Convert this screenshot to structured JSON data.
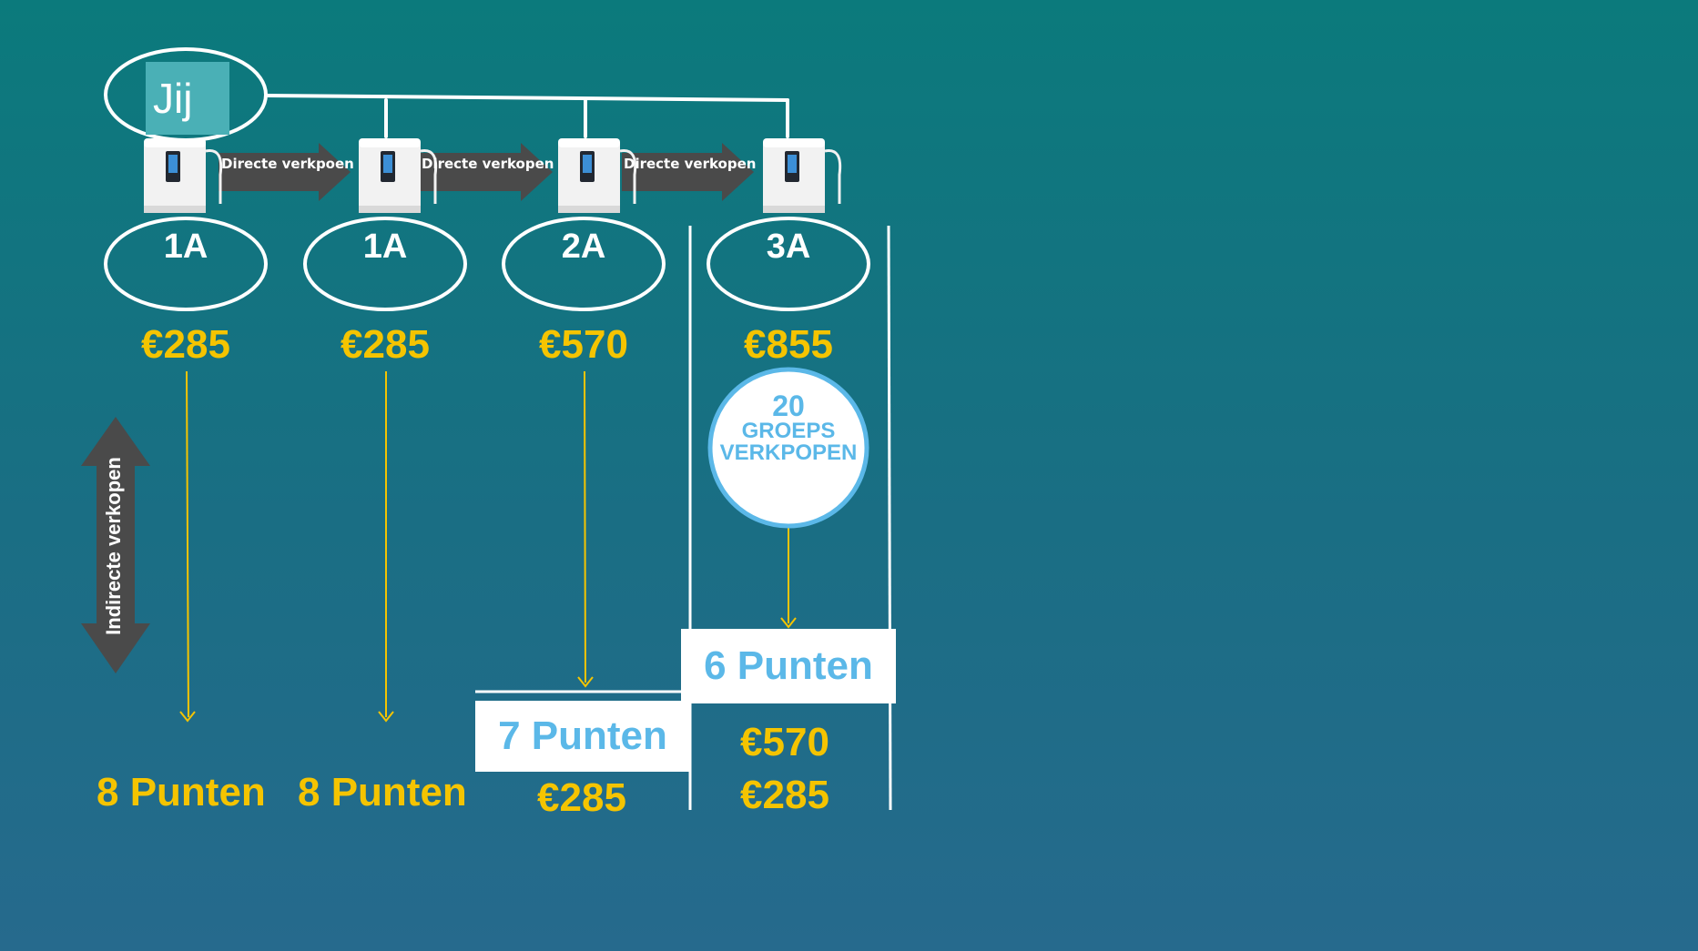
{
  "colors": {
    "background_top": "#0b7a7c",
    "background_bottom": "#266a8d",
    "price_text": "#f5c400",
    "box_text": "#5bb8e8",
    "node_label": "#ffffff",
    "jij_box": "#4ab0b6",
    "arrow_fill": "#4a4a4a"
  },
  "jij_label": "Jij",
  "nodes": [
    {
      "label": "1A",
      "price": "€285",
      "icon": "water-ionizer-icon"
    },
    {
      "label": "1A",
      "price": "€285",
      "icon": "water-ionizer-icon"
    },
    {
      "label": "2A",
      "price": "€570",
      "icon": "water-ionizer-icon"
    },
    {
      "label": "3A",
      "price": "€855",
      "icon": "water-ionizer-icon"
    }
  ],
  "direct_arrows": [
    "Directe verkpoen",
    "Directe verkopen",
    "Directe verkopen"
  ],
  "indirect_label": "Indirecte verkopen",
  "group_bubble": {
    "number": "20",
    "line1": "GROEPS",
    "line2": "VERKPOPEN"
  },
  "results": {
    "col1_points": "8 Punten",
    "col2_points": "8 Punten",
    "col3_points": "7 Punten",
    "col3_price": "€285",
    "col4_points": "6 Punten",
    "col4_price1": "€570",
    "col4_price2": "€285"
  }
}
